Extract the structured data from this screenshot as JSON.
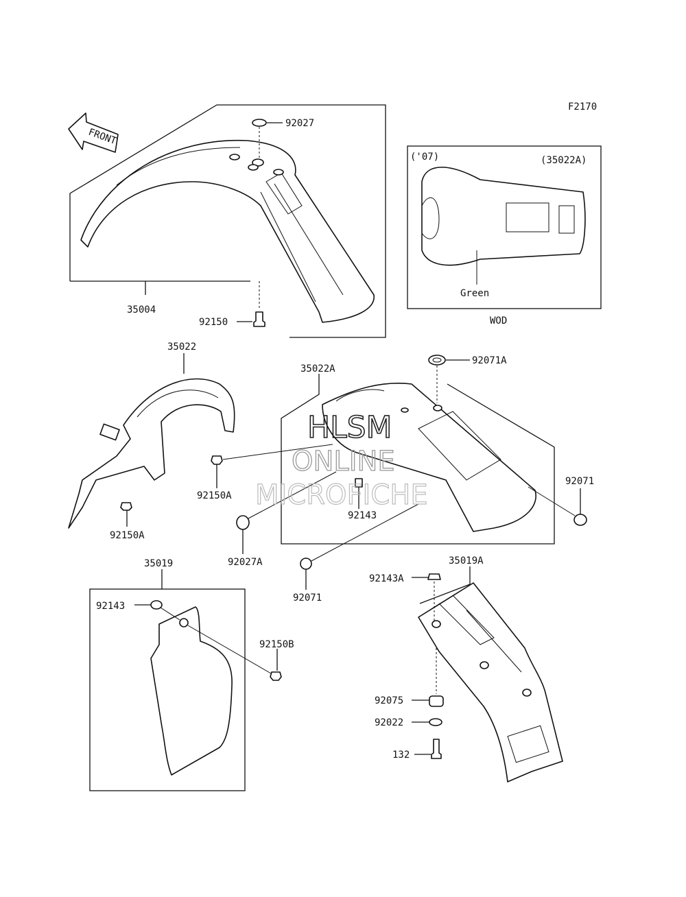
{
  "diagram": {
    "figure_code": "F2170",
    "front_arrow_label": "FRONT",
    "variant_box": {
      "year": "('07)",
      "part_ref": "(35022A)",
      "color_label": "Green",
      "market_code": "WOD"
    },
    "part_labels": {
      "p92027": "92027",
      "p35004": "35004",
      "p92150": "92150",
      "p35022": "35022",
      "p35022A": "35022A",
      "p92071A": "92071A",
      "p92150A_1": "92150A",
      "p92150A_2": "92150A",
      "p92143_1": "92143",
      "p92071_1": "92071",
      "p92027A": "92027A",
      "p92071_2": "92071",
      "p35019": "35019",
      "p92143_2": "92143",
      "p92150B": "92150B",
      "p35019A": "35019A",
      "p92143A": "92143A",
      "p92075": "92075",
      "p92022": "92022",
      "p132": "132"
    },
    "watermark": {
      "line1": "HLSM",
      "line2": "ONLINE",
      "line3": "MICROFICHE"
    }
  }
}
